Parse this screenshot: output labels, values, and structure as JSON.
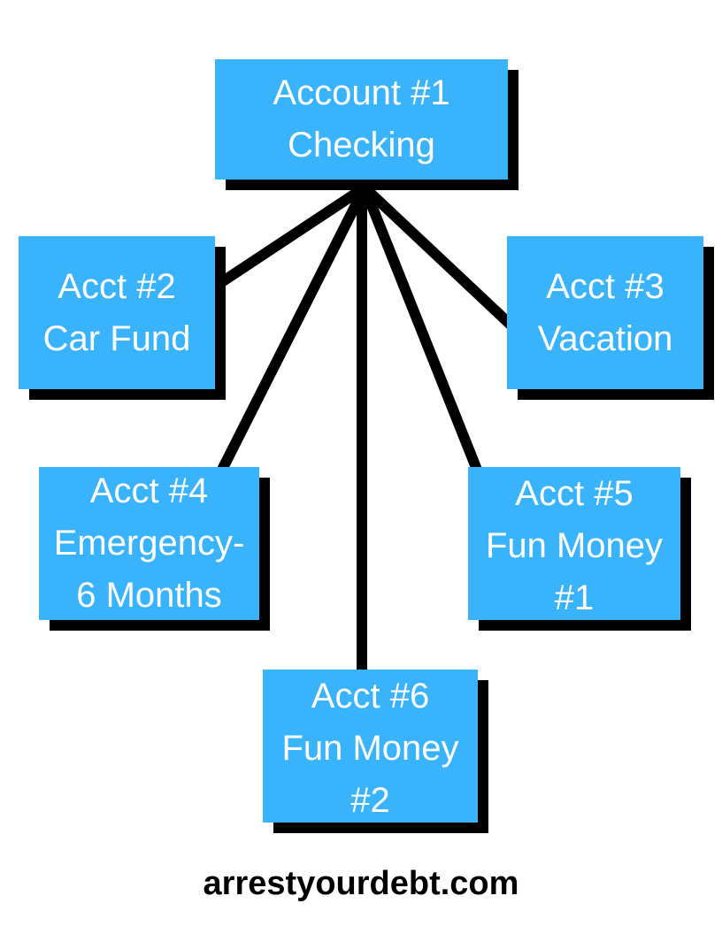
{
  "diagram": {
    "accent_color": "#38b3fc",
    "line_color": "#000000",
    "root": {
      "line1": "Account #1",
      "line2": "Checking"
    },
    "children": [
      {
        "line1": "Acct #2",
        "line2": "Car Fund"
      },
      {
        "line1": "Acct #3",
        "line2": "Vacation"
      },
      {
        "line1": "Acct #4",
        "line2": "Emergency-",
        "line3": "6 Months"
      },
      {
        "line1": "Acct #5",
        "line2": "Fun Money",
        "line3": "#1"
      },
      {
        "line1": "Acct #6",
        "line2": "Fun Money",
        "line3": "#2"
      }
    ]
  },
  "footer": {
    "site": "arrestyourdebt.com"
  }
}
